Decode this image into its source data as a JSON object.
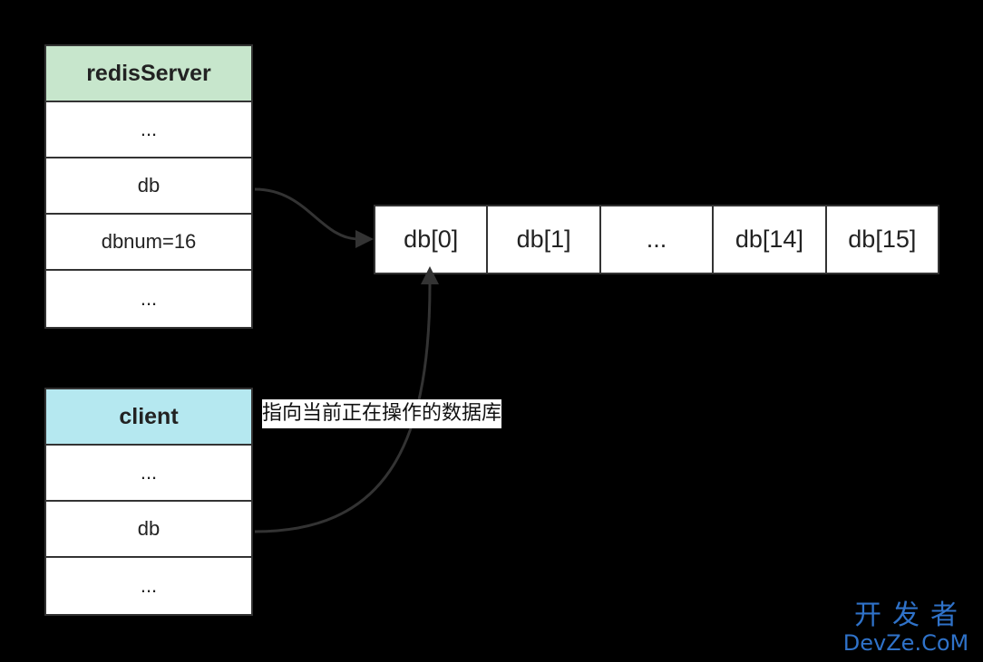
{
  "colors": {
    "server_header": "#c7e6cc",
    "client_header": "#b5e8f0",
    "stroke": "#333333",
    "background": "#000000",
    "watermark": "#2f72c9"
  },
  "server": {
    "title": "redisServer",
    "rows": [
      "...",
      "db",
      "dbnum=16",
      "..."
    ]
  },
  "client": {
    "title": "client",
    "rows": [
      "...",
      "db",
      "..."
    ]
  },
  "db_array": [
    "db[0]",
    "db[1]",
    "...",
    "db[14]",
    "db[15]"
  ],
  "annotation": "指向当前正在操作的数据库",
  "watermark": {
    "cn": "开发者",
    "en": "DevZe.CoM"
  }
}
